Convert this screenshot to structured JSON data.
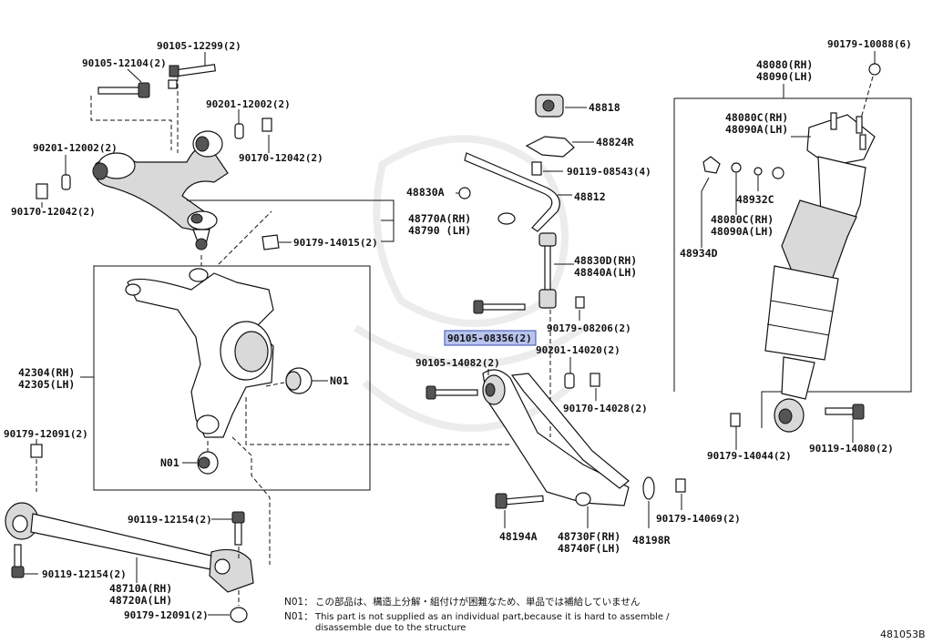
{
  "parts": {
    "p90105_12299": "90105-12299(2)",
    "p90105_12104": "90105-12104(2)",
    "p90201_12002_a": "90201-12002(2)",
    "p90201_12002_b": "90201-12002(2)",
    "p90170_12042_a": "90170-12042(2)",
    "p90170_12042_b": "90170-12042(2)",
    "p48770A": "48770A(RH)",
    "p48790": "48790 (LH)",
    "p90179_14015": "90179-14015(2)",
    "p42304": "42304(RH)",
    "p42305": "42305(LH)",
    "n01_a": "N01",
    "n01_b": "N01",
    "p90179_12091_a": "90179-12091(2)",
    "p90179_12091_b": "90179-12091(2)",
    "p90119_12154_a": "90119-12154(2)",
    "p90119_12154_b": "90119-12154(2)",
    "p48710A": "48710A(RH)",
    "p48720A": "48720A(LH)",
    "p48818": "48818",
    "p48824R": "48824R",
    "p90119_08543": "90119-08543(4)",
    "p48830A": "48830A",
    "p48812": "48812",
    "p48830D": "48830D(RH)",
    "p48840A": "48840A(LH)",
    "p90105_08356": "90105-08356(2)",
    "p90179_08206": "90179-08206(2)",
    "p90105_14082": "90105-14082(2)",
    "p90201_14020": "90201-14020(2)",
    "p90170_14028": "90170-14028(2)",
    "p48194A": "48194A",
    "p48730F": "48730F(RH)",
    "p48740F": "48740F(LH)",
    "p48198R": "48198R",
    "p90179_14069": "90179-14069(2)",
    "p90179_10088": "90179-10088(6)",
    "p48080": "48080(RH)",
    "p48090": "48090(LH)",
    "p48080C_a": "48080C(RH)",
    "p48090A_a": "48090A(LH)",
    "p48080C_b": "48080C(RH)",
    "p48090A_b": "48090A(LH)",
    "p48932C": "48932C",
    "p48934D": "48934D",
    "p90179_14044": "90179-14044(2)",
    "p90119_14080": "90119-14080(2)"
  },
  "notes": {
    "jp_prefix": "N01：",
    "jp_text": "この部品は、構造上分解・組付けが困難なため、単品では補給していません",
    "en_prefix": "N01：",
    "en_line1": "This part is not supplied as an individual part,because it is hard to assemble /",
    "en_line2": "disassemble due to the structure"
  },
  "diagram_id": "481053B",
  "highlight_color": "#b8c4ee"
}
